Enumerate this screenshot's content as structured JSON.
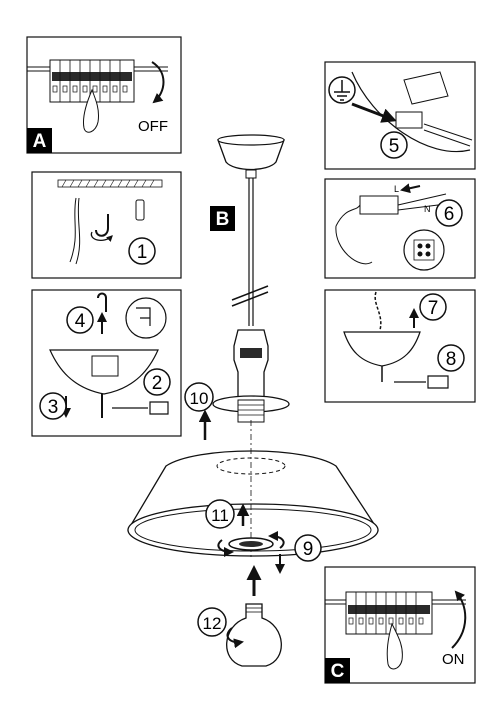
{
  "panels": {
    "a": {
      "badge": "A",
      "switch_label": "OFF"
    },
    "b": {
      "badge": "B"
    },
    "c": {
      "badge": "C",
      "switch_label": "ON"
    },
    "wiring": {
      "live_label": "L",
      "neutral_label": "N"
    }
  },
  "steps": {
    "s1": "1",
    "s2": "2",
    "s3": "3",
    "s4": "4",
    "s5": "5",
    "s6": "6",
    "s7": "7",
    "s8": "8",
    "s9": "9",
    "s10": "10",
    "s11": "11",
    "s12": "12"
  },
  "colors": {
    "ink": "#111111",
    "paper": "#ffffff",
    "badge": "#000000",
    "breaker_dark": "#2a2a2a"
  },
  "icons": [
    "earth-ground-icon",
    "rotate-arrow-icon",
    "up-arrow-icon",
    "down-arrow-icon",
    "screwdriver-icon",
    "hook-icon"
  ]
}
